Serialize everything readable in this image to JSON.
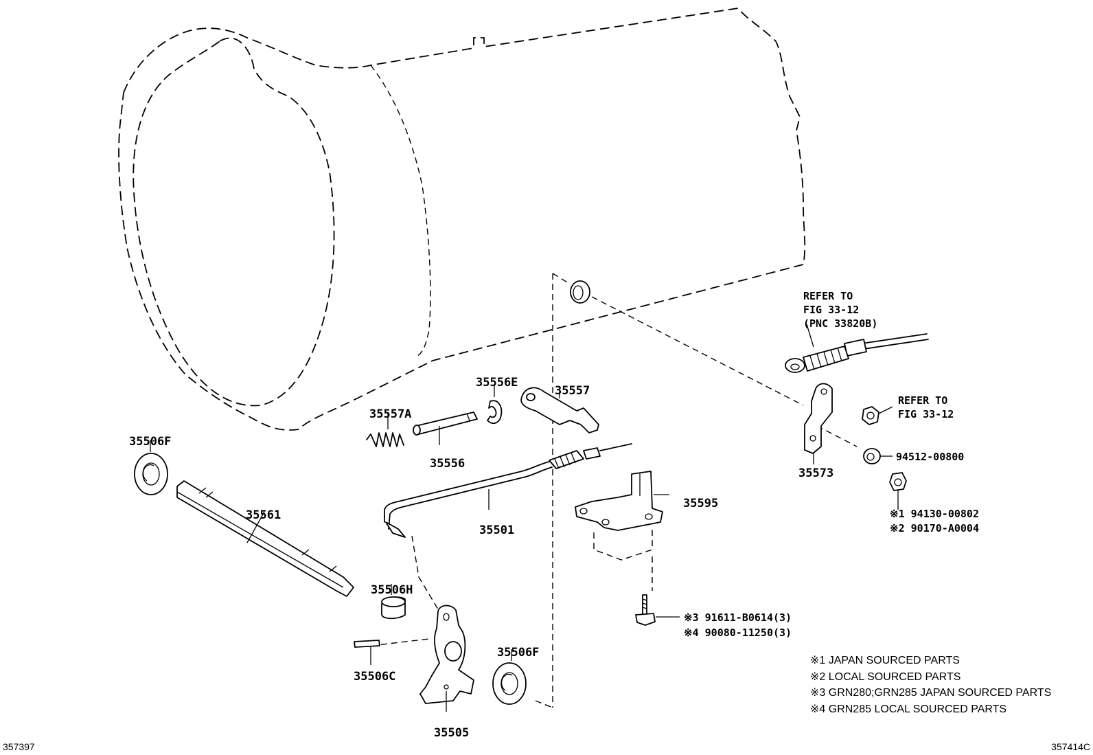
{
  "labels": {
    "p35506F_top": "35506F",
    "p35561": "35561",
    "p35557A": "35557A",
    "p35556": "35556",
    "p35556E": "35556E",
    "p35557": "35557",
    "p35501": "35501",
    "p35506H": "35506H",
    "p35506C": "35506C",
    "p35505": "35505",
    "p35506F_bottom": "35506F",
    "p35595": "35595",
    "p35573": "35573",
    "p94512": "94512-00800",
    "p94130": "※1 94130-00802",
    "p90170": "※2 90170-A0004",
    "p91611": "※3 91611-B0614(3)",
    "p90080": "※4 90080-11250(3)"
  },
  "refer_cable": {
    "line1": "REFER TO",
    "line2": "FIG 33-12",
    "line3": "(PNC 33820B)"
  },
  "refer_nut": {
    "line1": "REFER TO",
    "line2": "FIG 33-12"
  },
  "notes": [
    "※1 JAPAN SOURCED PARTS",
    "※2 LOCAL SOURCED PARTS",
    "※3 GRN280;GRN285 JAPAN SOURCED PARTS",
    "※4 GRN285 LOCAL SOURCED PARTS"
  ],
  "corner": {
    "left": "357397",
    "right": "357414C"
  }
}
